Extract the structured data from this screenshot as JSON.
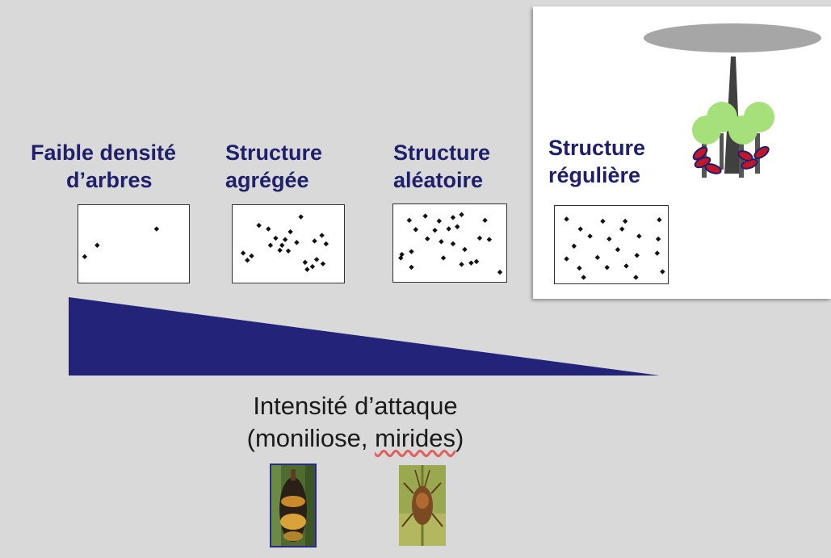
{
  "colors": {
    "background": "#d9d9d9",
    "panel": "#ffffff",
    "label_black": "#1a1a1a",
    "label_navy": "#1f1f6b",
    "wedge": "#23237a",
    "tree_green": "#a6e07a",
    "pod_red": "#c0182a"
  },
  "labels": {
    "low_density": {
      "line1": "Faible densité",
      "line2": "d’arbres"
    },
    "aggregated": {
      "line1": "Structure",
      "line2": "agrégée"
    },
    "random": {
      "line1": "Structure",
      "line2": "aléatoire"
    },
    "regular": {
      "line1": "Structure",
      "line2": "régulière"
    }
  },
  "intensity": {
    "line1": "Intensité d’attaque",
    "line2": "(moniliose, mirides)"
  },
  "icons": {
    "tree": "shade-tree-with-cocoa-icon",
    "pod_photo": "cocoa-pod-moniliose-photo",
    "insect_photo": "mirid-bug-photo"
  },
  "patterns": {
    "low_density": [
      [
        0.72,
        0.29
      ],
      [
        0.15,
        0.52
      ],
      [
        0.03,
        0.68
      ]
    ],
    "aggregated": [
      [
        0.22,
        0.24
      ],
      [
        0.31,
        0.29
      ],
      [
        0.62,
        0.12
      ],
      [
        0.52,
        0.33
      ],
      [
        0.47,
        0.44
      ],
      [
        0.38,
        0.42
      ],
      [
        0.58,
        0.48
      ],
      [
        0.44,
        0.52
      ],
      [
        0.33,
        0.52
      ],
      [
        0.42,
        0.59
      ],
      [
        0.5,
        0.6
      ],
      [
        0.82,
        0.38
      ],
      [
        0.86,
        0.5
      ],
      [
        0.75,
        0.46
      ],
      [
        0.07,
        0.63
      ],
      [
        0.15,
        0.67
      ],
      [
        0.11,
        0.73
      ],
      [
        0.66,
        0.76
      ],
      [
        0.73,
        0.82
      ],
      [
        0.83,
        0.78
      ],
      [
        0.68,
        0.86
      ],
      [
        0.77,
        0.72
      ]
    ],
    "random": [
      [
        0.12,
        0.18
      ],
      [
        0.27,
        0.12
      ],
      [
        0.4,
        0.19
      ],
      [
        0.53,
        0.14
      ],
      [
        0.61,
        0.1
      ],
      [
        0.83,
        0.18
      ],
      [
        0.18,
        0.31
      ],
      [
        0.36,
        0.32
      ],
      [
        0.49,
        0.3
      ],
      [
        0.57,
        0.27
      ],
      [
        0.29,
        0.44
      ],
      [
        0.42,
        0.48
      ],
      [
        0.78,
        0.43
      ],
      [
        0.87,
        0.45
      ],
      [
        0.53,
        0.51
      ],
      [
        0.14,
        0.62
      ],
      [
        0.04,
        0.71
      ],
      [
        0.64,
        0.59
      ],
      [
        0.44,
        0.71
      ],
      [
        0.7,
        0.78
      ],
      [
        0.61,
        0.8
      ],
      [
        0.75,
        0.76
      ],
      [
        0.14,
        0.84
      ],
      [
        0.97,
        0.91
      ],
      [
        0.05,
        0.66
      ]
    ],
    "regular": [
      [
        0.08,
        0.14
      ],
      [
        0.42,
        0.17
      ],
      [
        0.63,
        0.17
      ],
      [
        0.95,
        0.15
      ],
      [
        0.21,
        0.28
      ],
      [
        0.3,
        0.38
      ],
      [
        0.48,
        0.42
      ],
      [
        0.76,
        0.38
      ],
      [
        0.94,
        0.42
      ],
      [
        0.15,
        0.52
      ],
      [
        0.56,
        0.57
      ],
      [
        0.08,
        0.7
      ],
      [
        0.37,
        0.68
      ],
      [
        0.74,
        0.65
      ],
      [
        0.93,
        0.62
      ],
      [
        0.2,
        0.83
      ],
      [
        0.46,
        0.82
      ],
      [
        0.64,
        0.8
      ],
      [
        0.98,
        0.88
      ],
      [
        0.73,
        0.96
      ],
      [
        0.6,
        0.28
      ],
      [
        0.24,
        0.96
      ]
    ]
  }
}
